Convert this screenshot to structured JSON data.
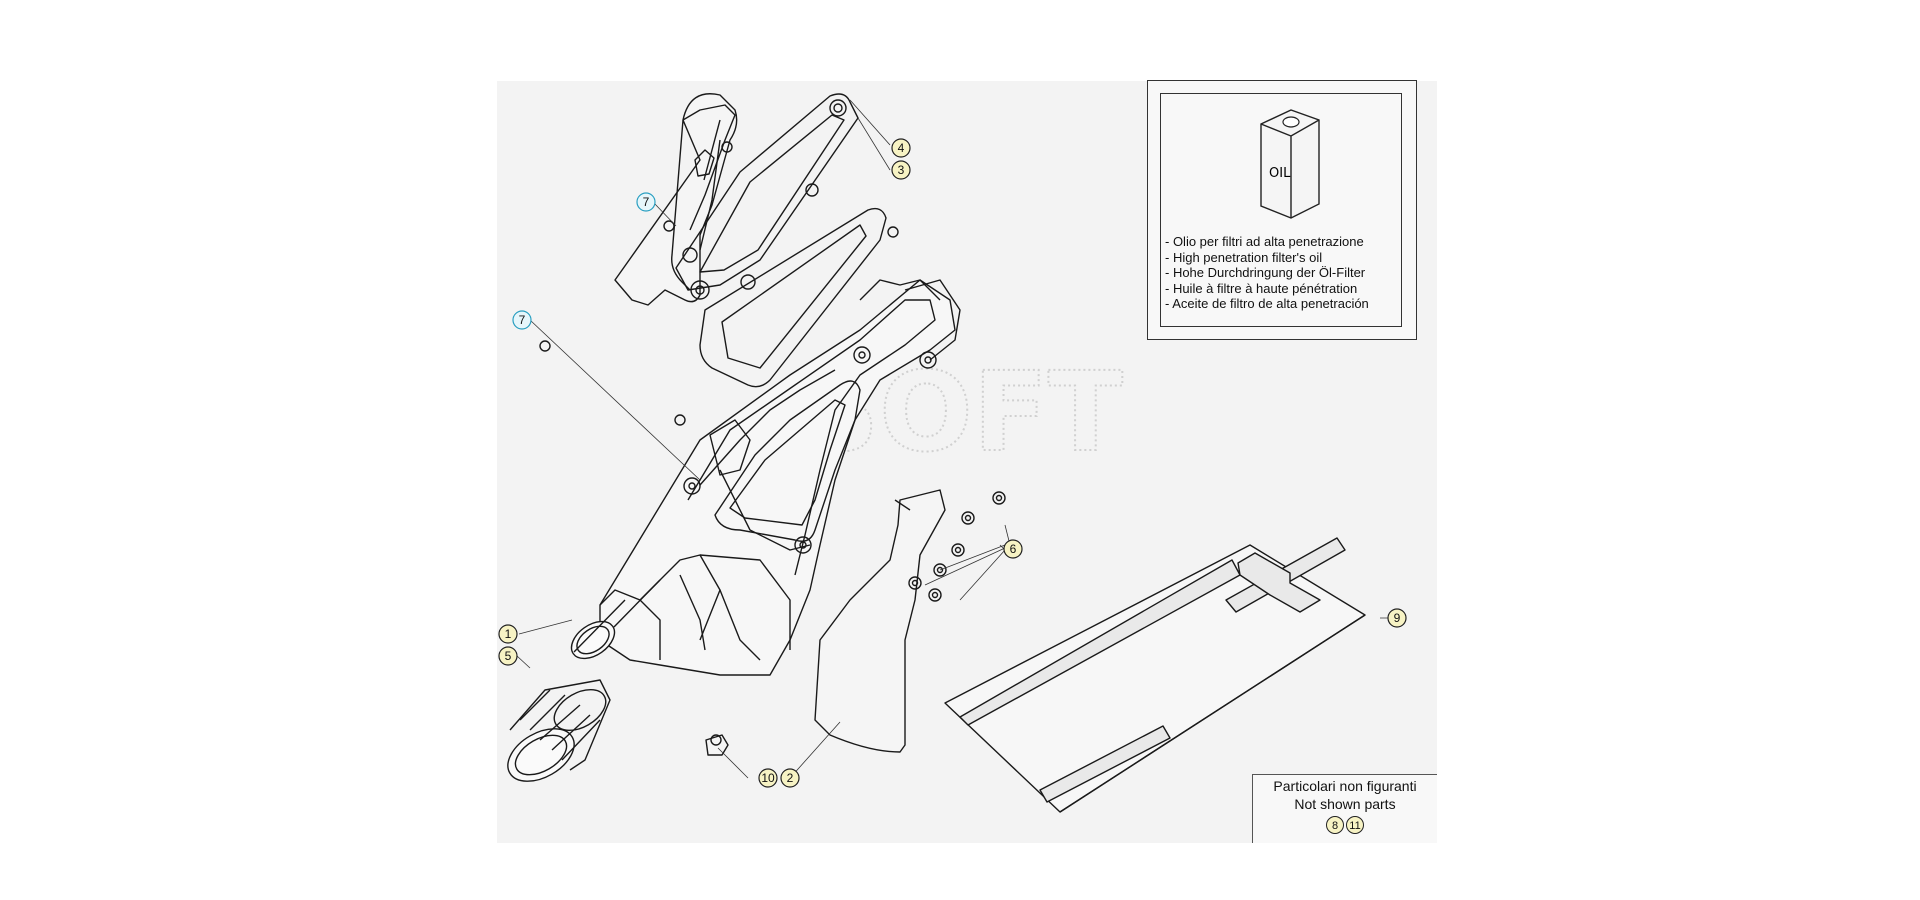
{
  "diagram": {
    "callouts": [
      {
        "id": "c4",
        "label": "4",
        "style": "yellow"
      },
      {
        "id": "c3",
        "label": "3",
        "style": "yellow"
      },
      {
        "id": "c7a",
        "label": "7",
        "style": "blue"
      },
      {
        "id": "c7b",
        "label": "7",
        "style": "blue"
      },
      {
        "id": "c6",
        "label": "6",
        "style": "yellow"
      },
      {
        "id": "c9",
        "label": "9",
        "style": "yellow"
      },
      {
        "id": "c1",
        "label": "1",
        "style": "yellow"
      },
      {
        "id": "c5",
        "label": "5",
        "style": "yellow"
      },
      {
        "id": "c10",
        "label": "10",
        "style": "yellow"
      },
      {
        "id": "c2",
        "label": "2",
        "style": "yellow"
      }
    ],
    "watermark": "SOFT"
  },
  "legend": {
    "oil_can_label": "OIL",
    "lines": [
      "- Olio per filtri ad alta penetrazione",
      "- High penetration filter's oil",
      "- Hohe Durchdringung der Öl-Filter",
      "- Huile à filtre à haute pénétration",
      "- Aceite de filtro de alta penetración"
    ]
  },
  "not_shown": {
    "title_it": "Particolari non figuranti",
    "title_en": "Not shown parts",
    "refs": [
      "8",
      "11"
    ]
  },
  "colors": {
    "yellow_fill": "#f7f3c4",
    "blue_fill": "#e6f6fb",
    "blue_stroke": "#2a9fc1",
    "line": "#1a1a1a"
  }
}
